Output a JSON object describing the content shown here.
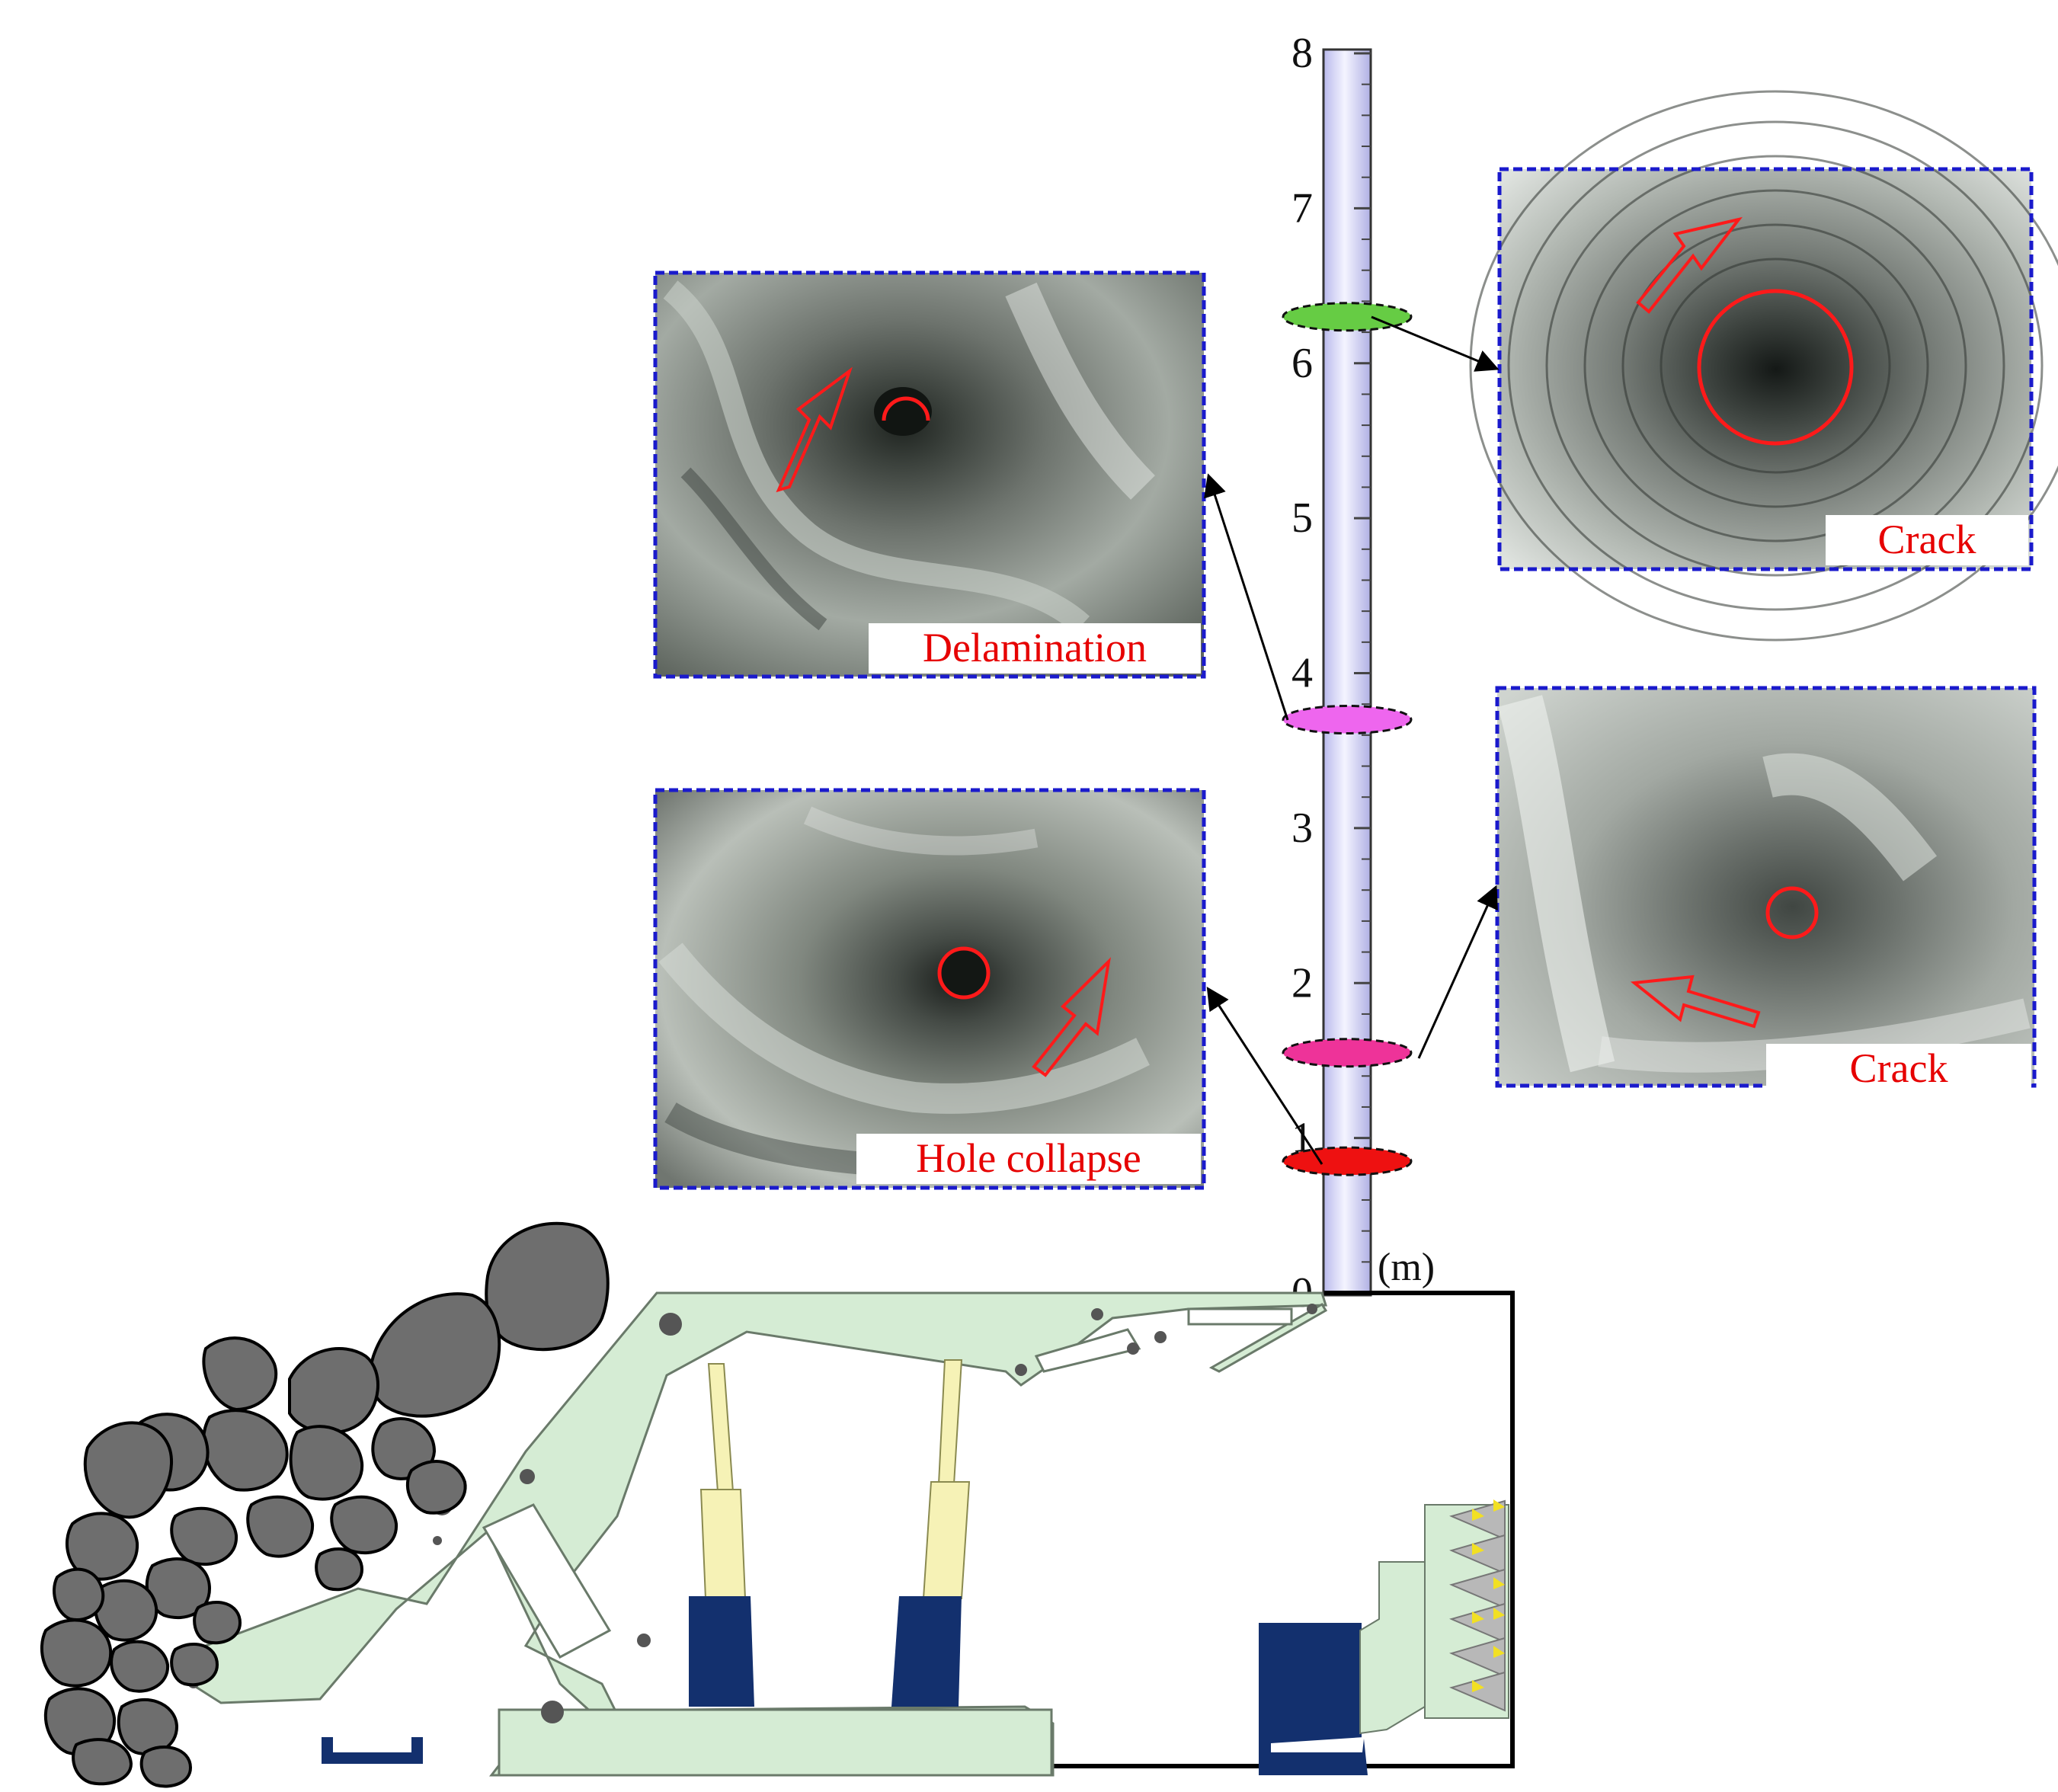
{
  "scale": {
    "unit": "(m)",
    "ticks": [
      "0",
      "1",
      "2",
      "3",
      "4",
      "5",
      "6",
      "7",
      "8"
    ]
  },
  "borehole_images": [
    {
      "id": "delamination",
      "label": "Delamination",
      "depth_m": 3.7
    },
    {
      "id": "crack-upper",
      "label": "Crack",
      "depth_m": 6.3
    },
    {
      "id": "hole-collapse",
      "label": "Hole collapse",
      "depth_m": 0.85
    },
    {
      "id": "crack-lower",
      "label": "Crack",
      "depth_m": 1.55
    }
  ],
  "colors": {
    "tube": "#d9d9f6",
    "photo_border": "#1a1acc",
    "label_text": "#e60000",
    "annotation": "#ff1a1a",
    "support": "#d5ecd4",
    "support_stroke": "#6a7a6a",
    "leg": "#f6f2b6",
    "cylinder": "#13306e",
    "rock": "#6e6e6e",
    "marker_green": "#66cc44",
    "marker_violet": "#ee66ee",
    "marker_pink": "#ee3399",
    "marker_red": "#ee1111"
  }
}
